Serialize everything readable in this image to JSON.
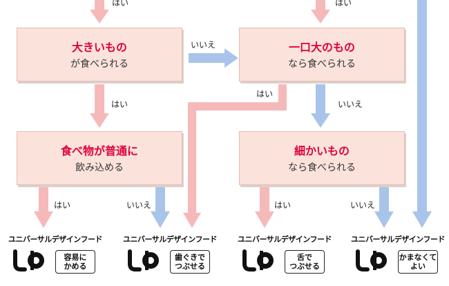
{
  "colors": {
    "pink_arrow": "#f5b9b9",
    "blue_arrow": "#a9c4ea",
    "box_fill": "#fbe3dc",
    "title_red": "#e0003c"
  },
  "nodes": {
    "large": {
      "title": "大きいもの",
      "sub": "が食べられる"
    },
    "bite": {
      "title": "一口大のもの",
      "sub": "なら食べられる"
    },
    "swallow": {
      "title": "食べ物が普通に",
      "sub": "飲み込める"
    },
    "small": {
      "title": "細かいもの",
      "sub": "なら食べられる"
    }
  },
  "labels": {
    "top_left_yes": "はい",
    "top_mid_yes": "はい",
    "large_no": "いいえ",
    "large_yes": "はい",
    "bite_yes": "はい",
    "bite_no": "いいえ",
    "swallow_yes": "はい",
    "swallow_no": "いいえ",
    "small_yes": "はい",
    "small_no": "いいえ"
  },
  "badges": [
    {
      "header": "ユニバーサルデザインフード",
      "level": "容易に\nかめる"
    },
    {
      "header": "ユニバーサルデザインフード",
      "level": "歯ぐきで\nつぶせる"
    },
    {
      "header": "ユニバーサルデザインフード",
      "level": "舌で\nつぶせる"
    },
    {
      "header": "ユニバーサルデザインフード",
      "level": "かまなくて\nよい"
    }
  ]
}
